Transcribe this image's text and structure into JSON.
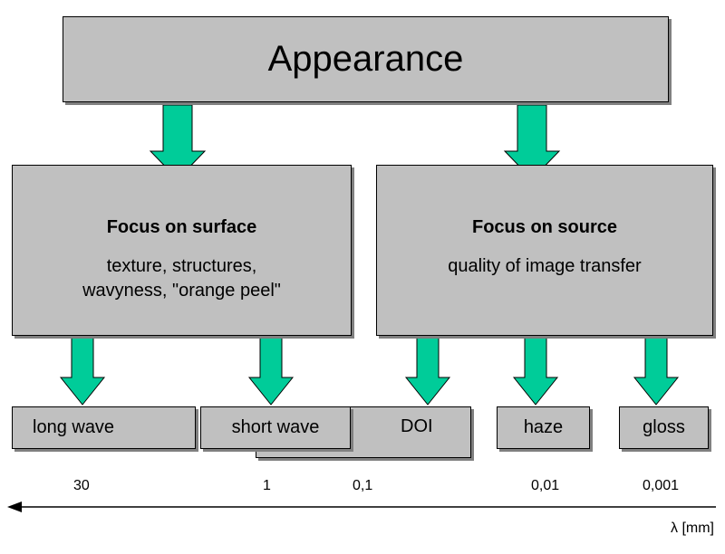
{
  "top": {
    "title": "Appearance"
  },
  "left_panel": {
    "heading": "Focus on surface",
    "line1": "texture, structures,",
    "line2": "wavyness, \"orange peel\""
  },
  "right_panel": {
    "heading": "Focus on source",
    "line1": "quality of image transfer"
  },
  "categories": [
    "long wave",
    "short wave",
    "DOI",
    "haze",
    "gloss"
  ],
  "scale": {
    "ticks": [
      "30",
      "1",
      "0,1",
      "0,01",
      "0,001"
    ],
    "axis_label": "λ [mm]"
  },
  "colors": {
    "box_fill": "#c0c0c0",
    "arrow_fill": "#00cc99"
  }
}
